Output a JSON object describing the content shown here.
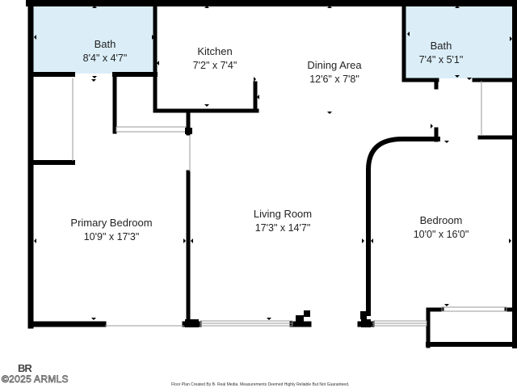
{
  "rooms": {
    "bath_left": {
      "name": "Bath",
      "dims": "8'4\" x 4'7\""
    },
    "kitchen": {
      "name": "Kitchen",
      "dims": "7'2\" x 7'4\""
    },
    "dining": {
      "name": "Dining Area",
      "dims": "12'6\" x 7'8\""
    },
    "bath_right": {
      "name": "Bath",
      "dims": "7'4\" x 5'1\""
    },
    "primary_bedroom": {
      "name": "Primary Bedroom",
      "dims": "10'9\" x 17'3\""
    },
    "living_room": {
      "name": "Living Room",
      "dims": "17'3\" x 14'7\""
    },
    "bedroom": {
      "name": "Bedroom",
      "dims": "10'0\" x 16'0\""
    }
  },
  "branding": {
    "logo_text": "BR",
    "copyright": "©2025 ARMLS"
  },
  "footer": {
    "disclaimer": "Floor Plan Created By B· Real Media. Measurements Deemed Highly Reliable But Not Guaranteed."
  },
  "colors": {
    "wall": "#000000",
    "bath_fill": "#dbeef8",
    "window": "#9a9a9a"
  }
}
